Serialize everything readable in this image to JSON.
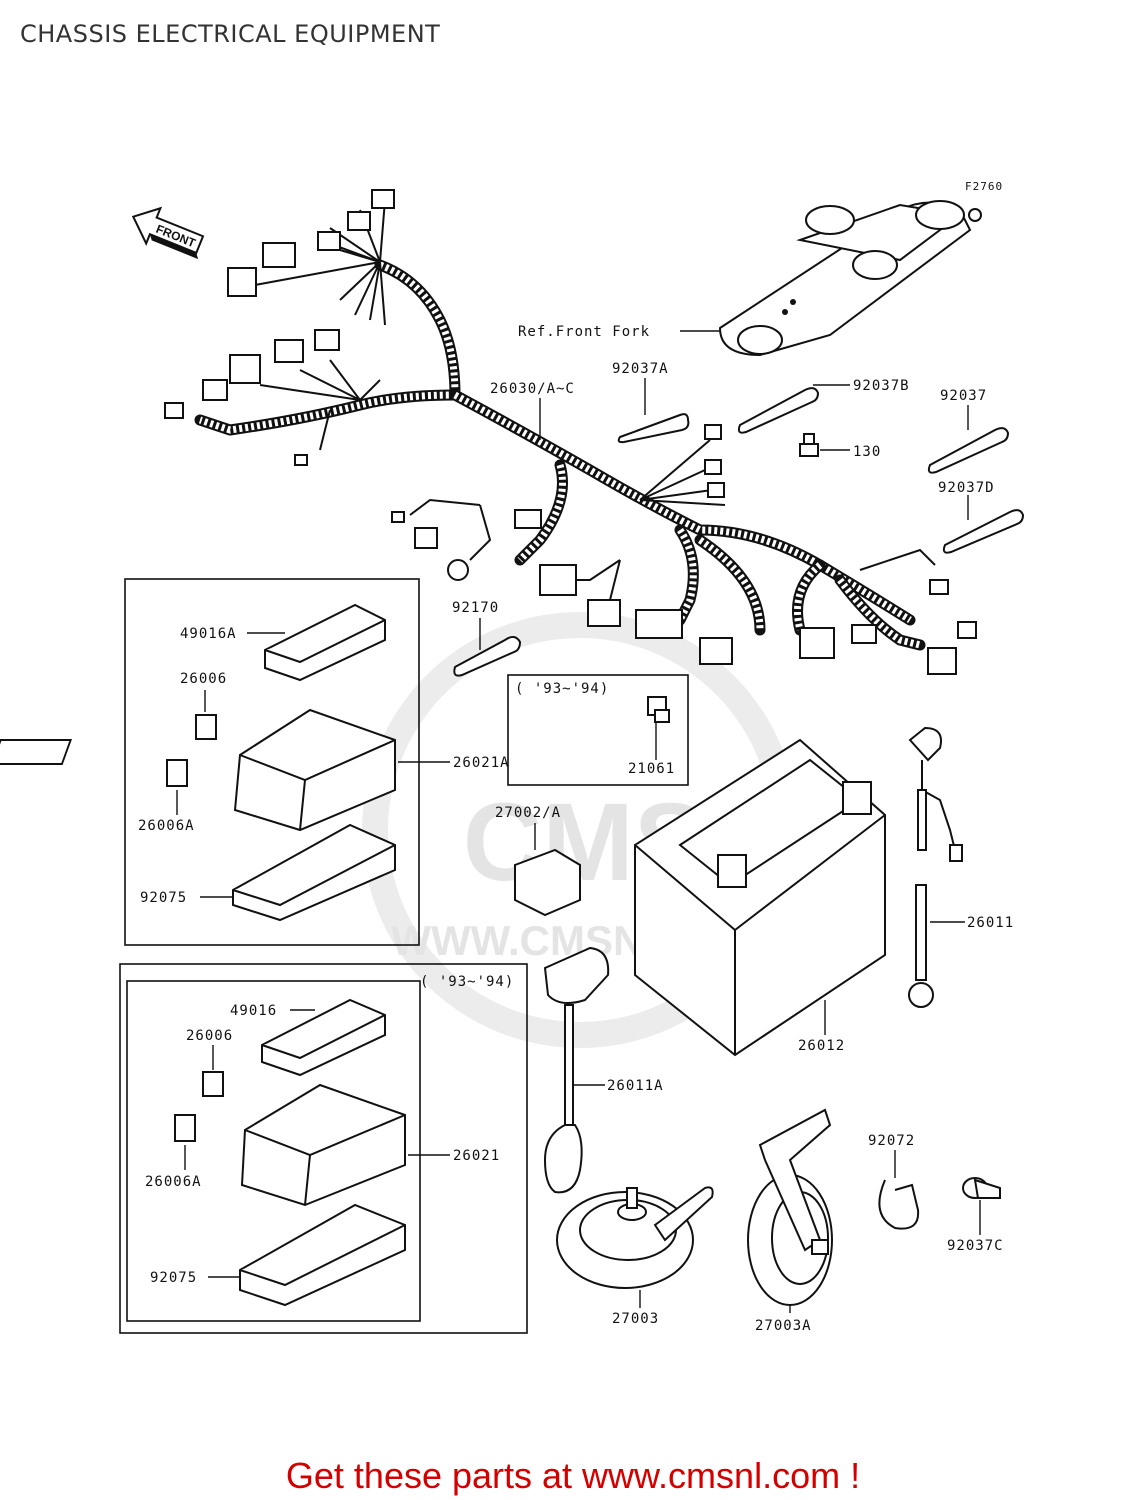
{
  "title": "CHASSIS ELECTRICAL EQUIPMENT",
  "figure_code": "F2760",
  "front_label": "FRONT",
  "ref_front_fork": "Ref.Front Fork",
  "watermark": "WWW.CMSNL.COM",
  "watermark_logo": "CMS",
  "callouts": {
    "harness": "26030/A~C",
    "strap_92037A": "92037A",
    "strap_92037B": "92037B",
    "strap_92037": "92037",
    "bolt_130": "130",
    "strap_92037D": "92037D",
    "strap_92170": "92170",
    "cover_49016A": "49016A",
    "fuse_26006_top": "26006",
    "fuse_26006A_top": "26006A",
    "fusebox_26021A": "26021A",
    "cover_92075_top": "92075",
    "relay_21061": "21061",
    "relay_27002": "27002/A",
    "battery_26012": "26012",
    "cable_26011": "26011",
    "cover_49016": "49016",
    "fuse_26006_bottom": "26006",
    "fuse_26006A_bottom": "26006A",
    "fusebox_26021": "26021",
    "cover_92075_bottom": "92075",
    "cable_26011A": "26011A",
    "horn_27003": "27003",
    "horn_27003A": "27003A",
    "band_92072": "92072",
    "clamp_92037C": "92037C"
  },
  "year_notes": {
    "relay_box": "( '93~'94)",
    "fuse_box": "( '93~'94)"
  },
  "footer": "Get these parts at www.cmsnl.com !"
}
